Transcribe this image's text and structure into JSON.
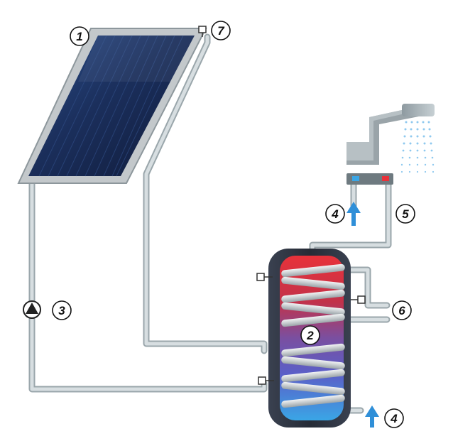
{
  "labels": {
    "collector": "1",
    "storage_tank": "2",
    "pump": "3",
    "cold_water_tap": "4",
    "cold_water_inlet": "4",
    "hot_water_outlet": "5",
    "backup_heater": "6",
    "collector_sensor": "7"
  },
  "colors": {
    "pipe": "#cfd8dc",
    "pipe_edge": "#9aa6ab",
    "panel_frame": "#c3c8cb",
    "panel_glass": "#1b2f5c",
    "hot": "#e8323a",
    "cold": "#3aa6e6",
    "tank_mid": "#7a4fa0",
    "arrow": "#2f8fd8",
    "tank_shell": "#2e3440"
  },
  "icons": {
    "pump": "pump-icon",
    "sensor": "temperature-sensor-icon",
    "shower": "shower-head-icon",
    "arrow": "arrow-up-icon"
  }
}
